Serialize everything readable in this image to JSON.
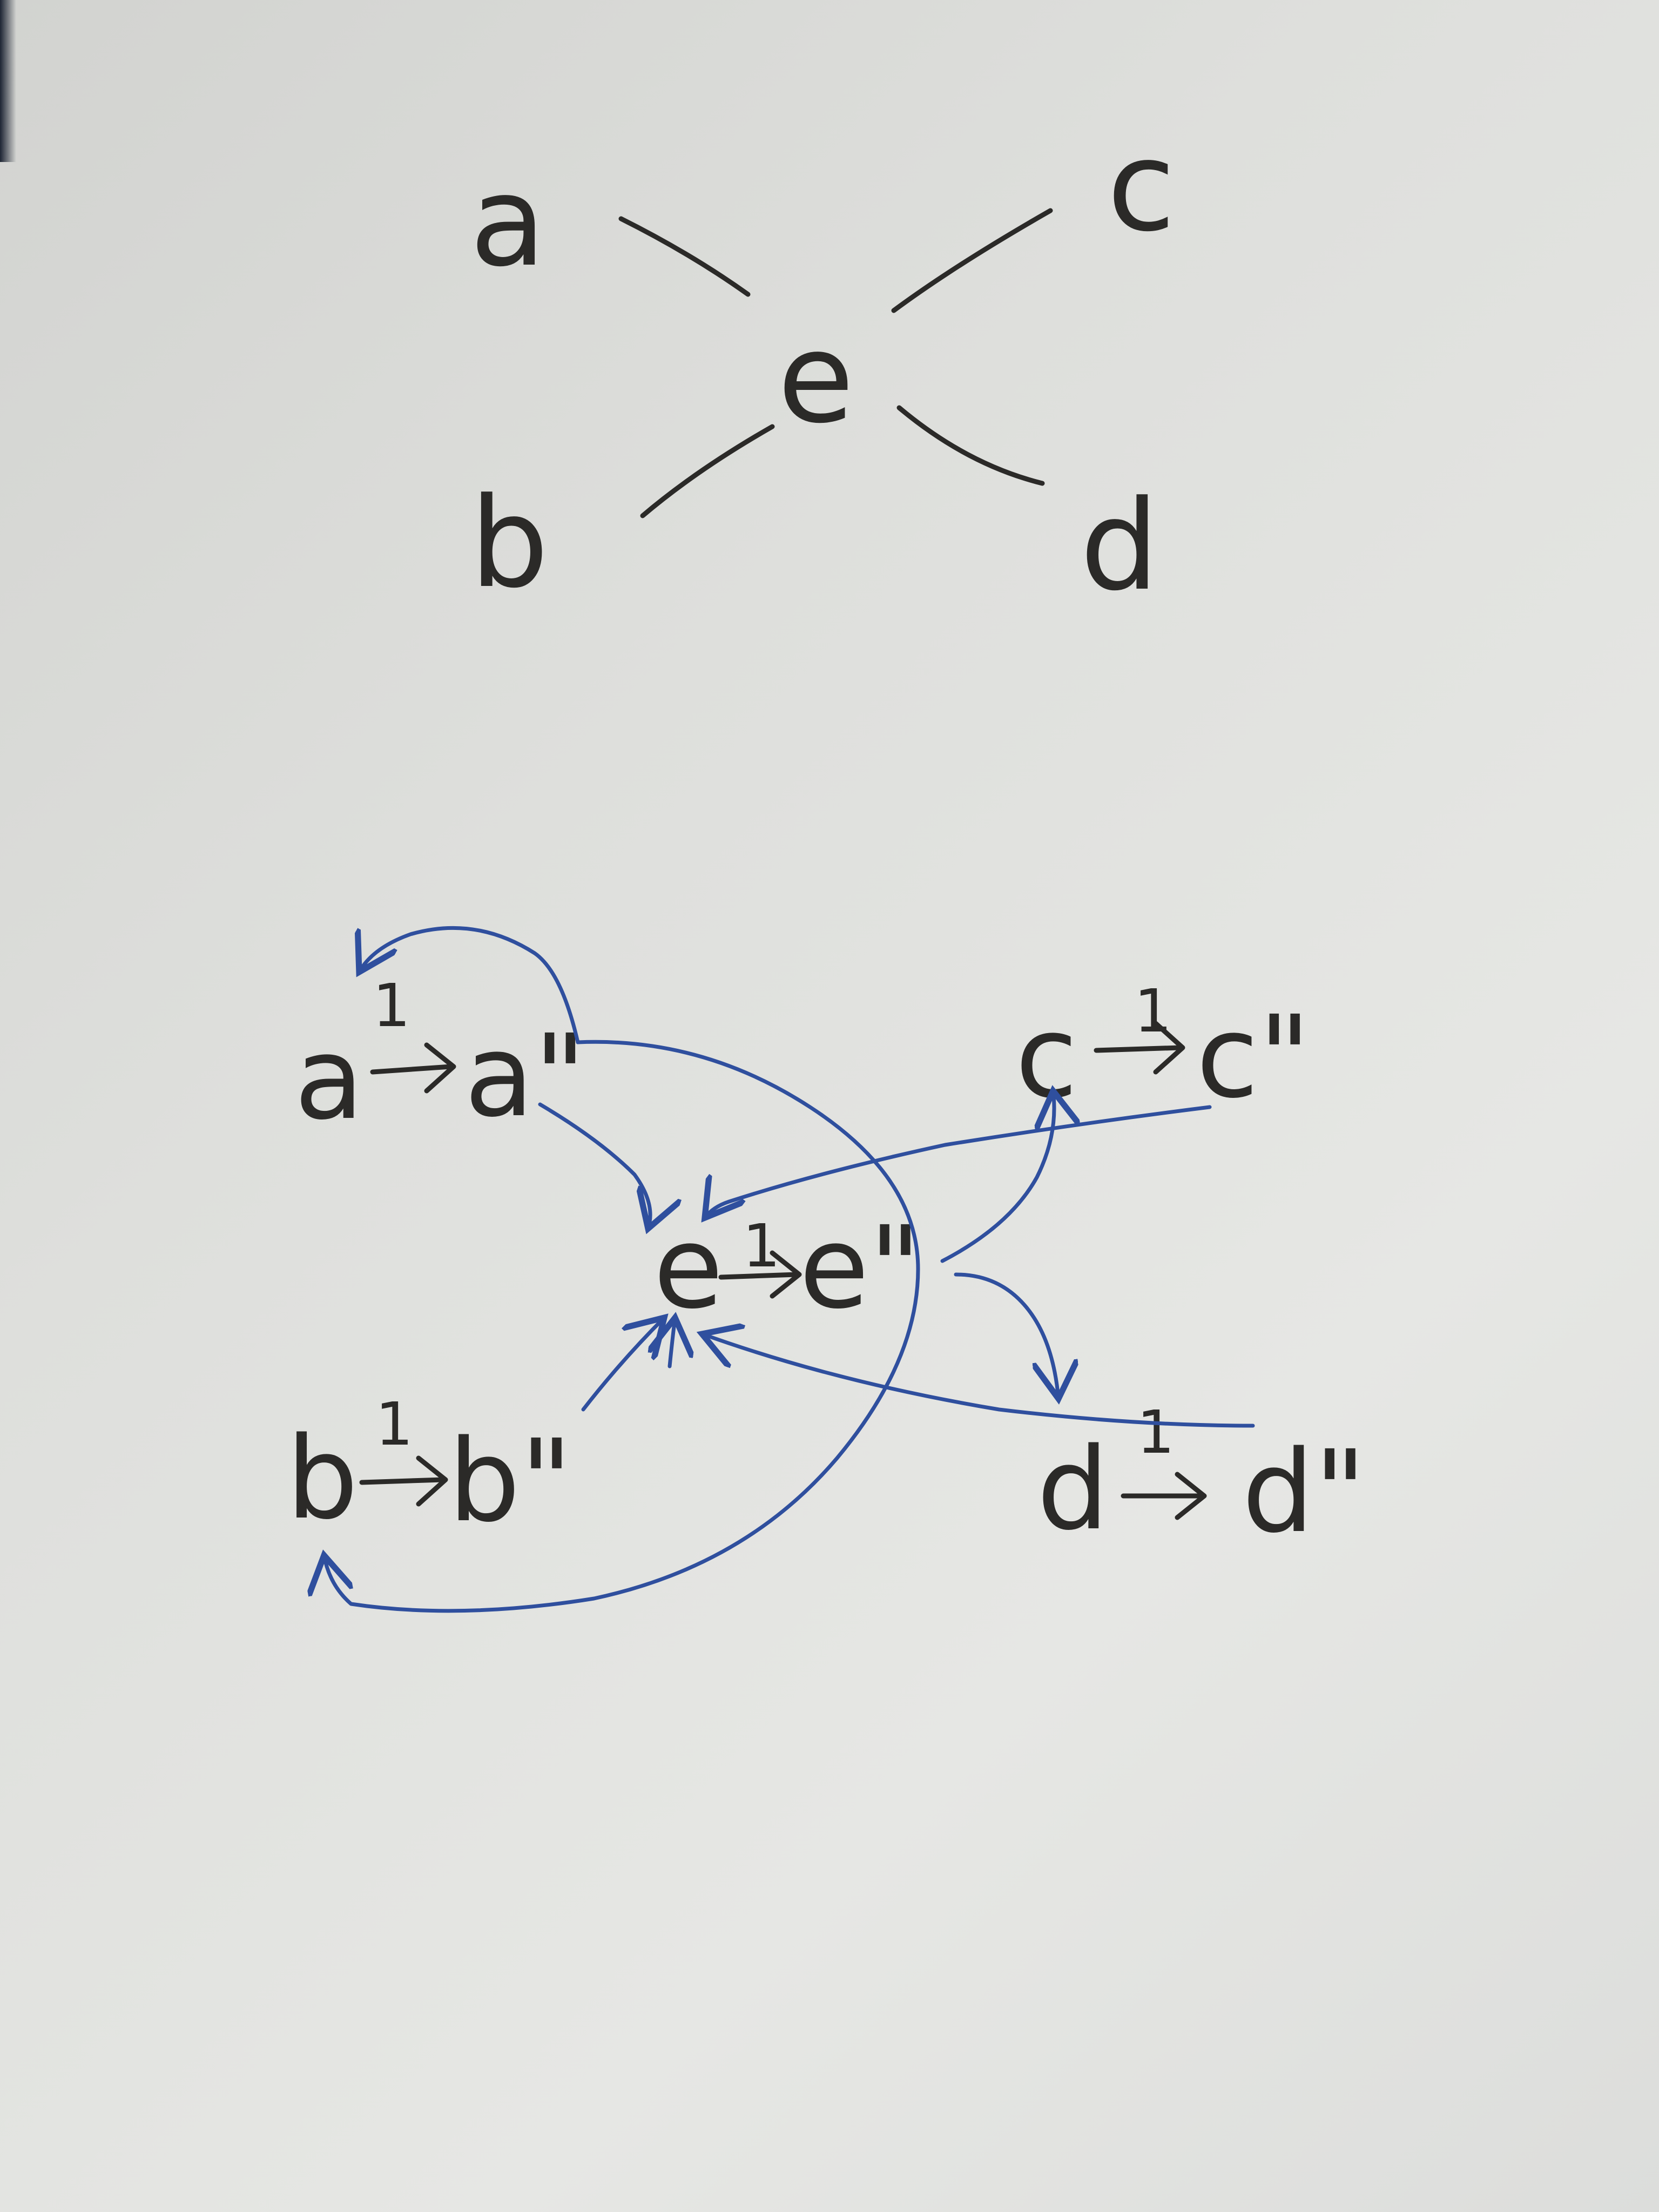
{
  "top_graph": {
    "nodes": [
      {
        "id": "a",
        "label": "a"
      },
      {
        "id": "b",
        "label": "b"
      },
      {
        "id": "c",
        "label": "c"
      },
      {
        "id": "d",
        "label": "d"
      },
      {
        "id": "e",
        "label": "e"
      }
    ],
    "edges": [
      {
        "from": "a",
        "to": "e"
      },
      {
        "from": "c",
        "to": "e"
      },
      {
        "from": "b",
        "to": "e"
      },
      {
        "from": "d",
        "to": "e"
      }
    ]
  },
  "bottom_graph": {
    "nodes": [
      {
        "id": "a_in",
        "label": "a",
        "pair_arrow": "1",
        "pair_label": "a\""
      },
      {
        "id": "c_in",
        "label": "c",
        "pair_arrow": "1",
        "pair_label": "c\""
      },
      {
        "id": "e_in",
        "label": "e",
        "pair_arrow": "1",
        "pair_label": "e\""
      },
      {
        "id": "b_in",
        "label": "b",
        "pair_arrow": "1",
        "pair_label": "b\""
      },
      {
        "id": "d_in",
        "label": "d",
        "pair_arrow": "1",
        "pair_label": "d\""
      }
    ],
    "ink_color": "#2f4f9e",
    "pencil_color": "#2b2a28"
  }
}
